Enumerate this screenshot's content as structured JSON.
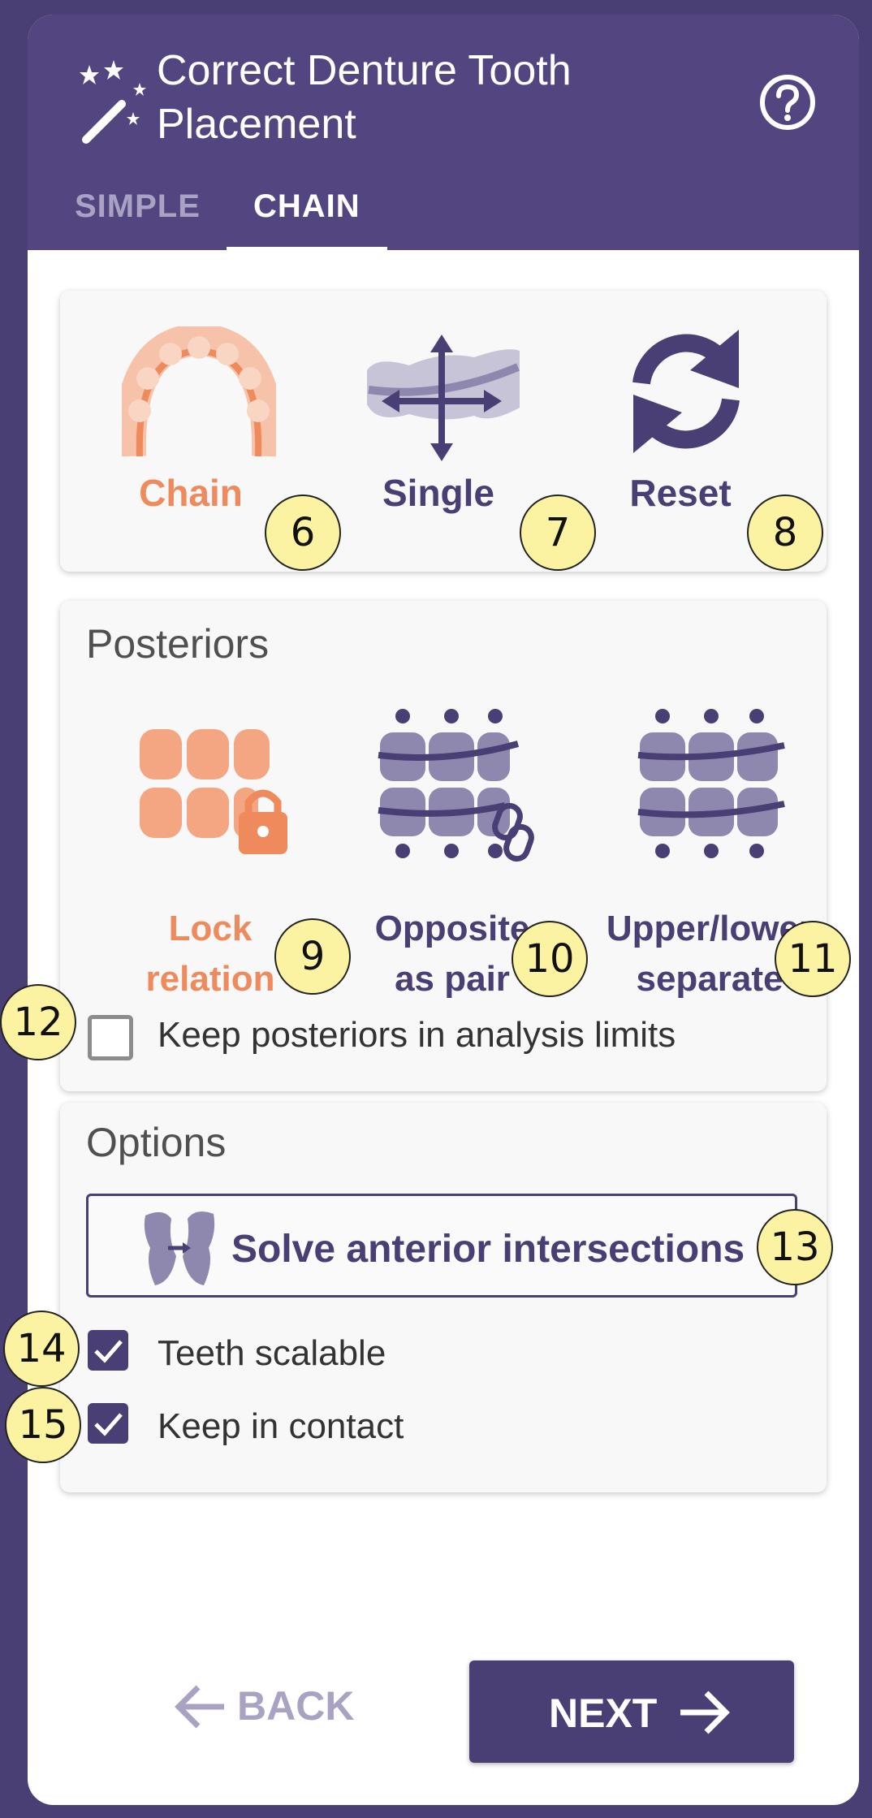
{
  "header": {
    "title_line1": "Correct Denture Tooth",
    "title_line2": "Placement",
    "tabs": [
      {
        "label": "SIMPLE",
        "active": false
      },
      {
        "label": "CHAIN",
        "active": true
      }
    ]
  },
  "modes": [
    {
      "label": "Chain",
      "icon": "dental-arch-icon",
      "active": true
    },
    {
      "label": "Single",
      "icon": "move-single-tooth-icon",
      "active": false
    },
    {
      "label": "Reset",
      "icon": "reset-icon",
      "active": false
    }
  ],
  "posteriors": {
    "title": "Posteriors",
    "options": [
      {
        "line1": "Lock",
        "line2": "relation",
        "icon": "lock-relation-icon",
        "active": true
      },
      {
        "line1": "Opposite",
        "line2": "as pair",
        "icon": "opposite-pair-icon",
        "active": false
      },
      {
        "line1": "Upper/lower",
        "line2": "separate",
        "icon": "upper-lower-separate-icon",
        "active": false
      }
    ],
    "keep_in_limits": {
      "label": "Keep posteriors in analysis limits",
      "checked": false
    }
  },
  "options": {
    "title": "Options",
    "solve_button": "Solve anterior intersections",
    "teeth_scalable": {
      "label": "Teeth scalable",
      "checked": true
    },
    "keep_in_contact": {
      "label": "Keep in contact",
      "checked": true
    }
  },
  "footer": {
    "back_label": "BACK",
    "next_label": "NEXT"
  },
  "callouts": [
    "6",
    "7",
    "8",
    "9",
    "10",
    "11",
    "12",
    "13",
    "14",
    "15"
  ],
  "colors": {
    "primary": "#4a3f74",
    "header": "#534680",
    "accent": "#ee8a5c",
    "callout": "#fbf3a2"
  }
}
